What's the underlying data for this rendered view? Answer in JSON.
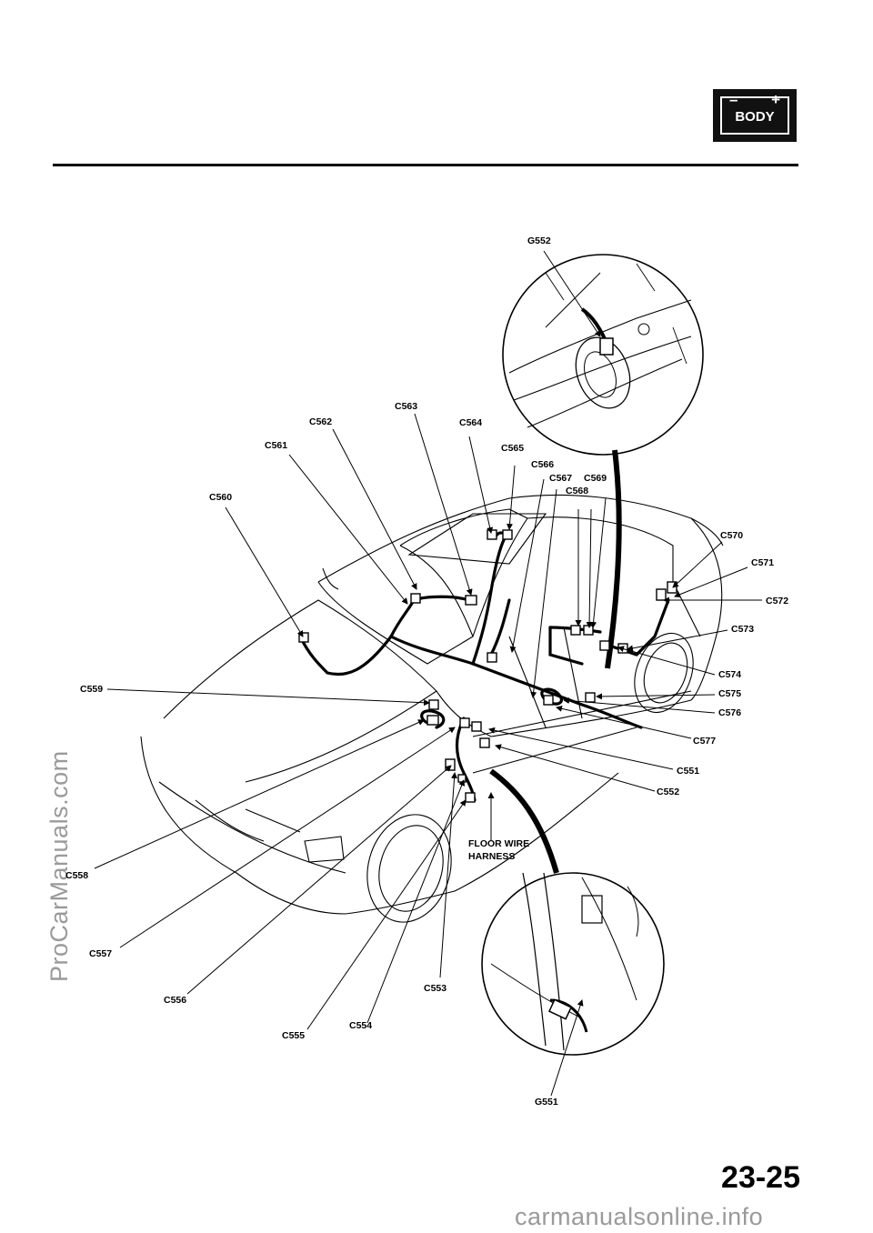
{
  "watermark": {
    "side_text": "ProCarManuals.com",
    "bottom_text": "carmanualsonline.info"
  },
  "section_badge": {
    "minus": "–",
    "plus": "+",
    "label": "BODY"
  },
  "page_number": "23-25",
  "labels": {
    "g552": "G552",
    "g551": "G551",
    "c551": "C551",
    "c552": "C552",
    "c553": "C553",
    "c554": "C554",
    "c555": "C555",
    "c556": "C556",
    "c557": "C557",
    "c558": "C558",
    "c559": "C559",
    "c560": "C560",
    "c561": "C561",
    "c562": "C562",
    "c563": "C563",
    "c564": "C564",
    "c565": "C565",
    "c566": "C566",
    "c567": "C567",
    "c568": "C568",
    "c569": "C569",
    "c570": "C570",
    "c571": "C571",
    "c572": "C572",
    "c573": "C573",
    "c574": "C574",
    "c575": "C575",
    "c576": "C576",
    "c577": "C577",
    "floor_harness_line1": "FLOOR WIRE",
    "floor_harness_line2": "HARNESS"
  }
}
